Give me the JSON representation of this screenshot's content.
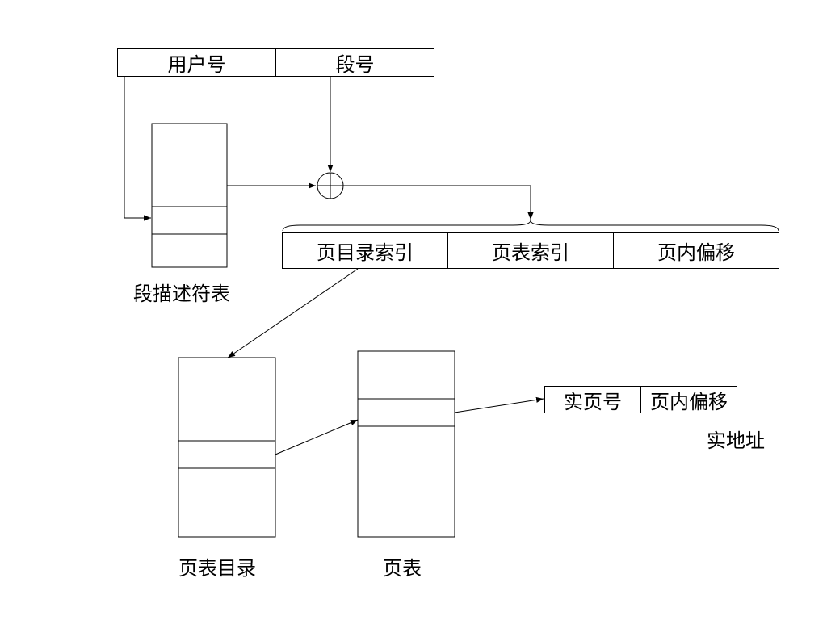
{
  "top_address": {
    "user_no": "用户号",
    "segment_no": "段号"
  },
  "middle_address": {
    "page_dir_index": "页目录索引",
    "page_table_index": "页表索引",
    "page_offset": "页内偏移"
  },
  "real_address": {
    "real_page_no": "实页号",
    "page_offset": "页内偏移",
    "caption": "实地址"
  },
  "tables": {
    "segment_descriptor_table": "段描述符表",
    "page_directory": "页表目录",
    "page_table": "页表"
  }
}
